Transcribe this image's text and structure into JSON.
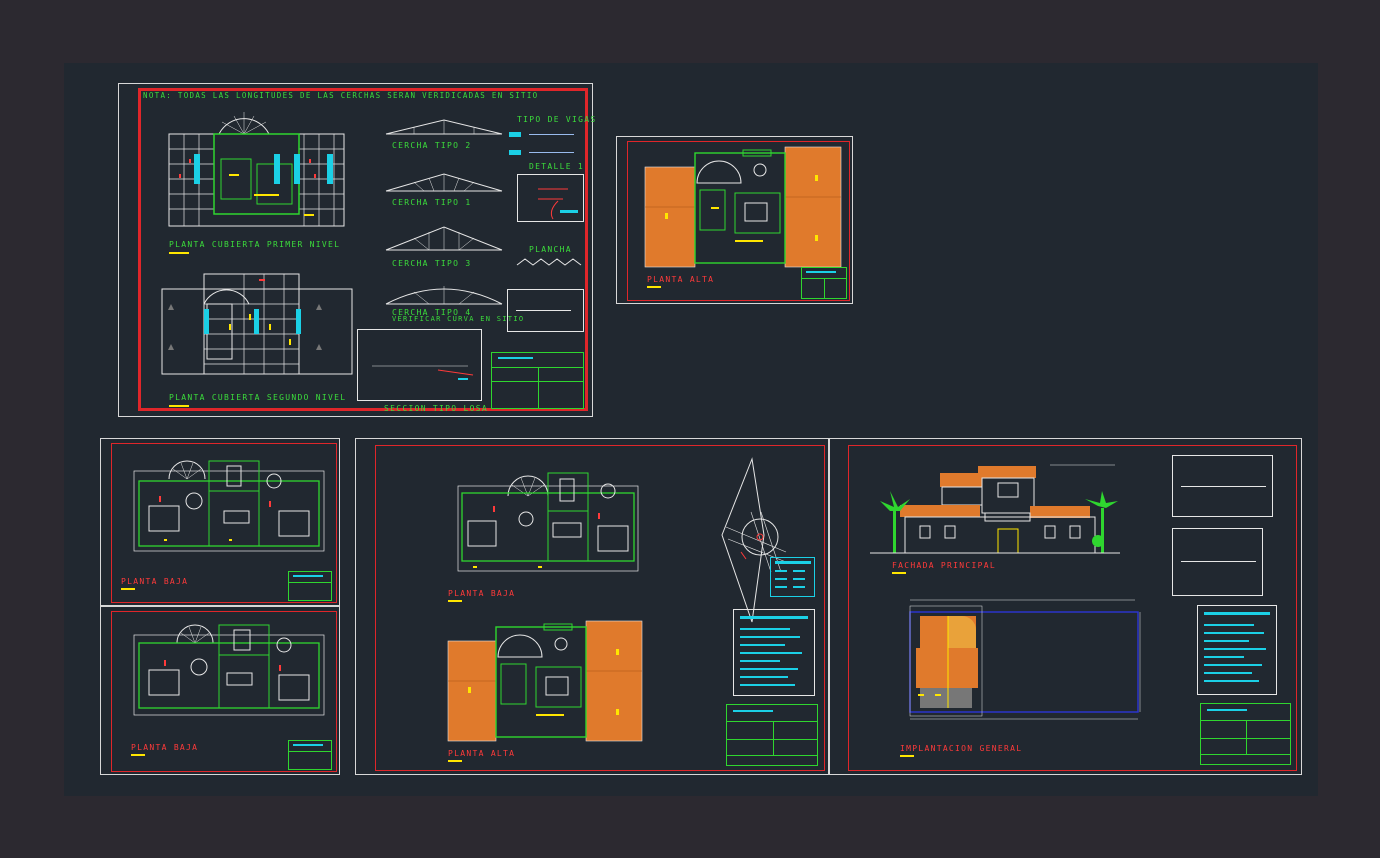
{
  "colors": {
    "background": "#2c2930",
    "model_space": "#212830",
    "sheet_border": "#d8d8d8",
    "frame_red": "#e0262a",
    "text_green": "#3bdc3b",
    "text_red": "#ff3a3a",
    "accent_yellow": "#ffe600",
    "accent_cyan": "#1bd0e6",
    "roof_orange": "#e07a2c"
  },
  "sheet1": {
    "note": "NOTA: TODAS LAS LONGITUDES DE LAS CERCHAS SERAN VERIDICADAS EN SITIO",
    "tipo_vigas": "TIPO DE VIGAS",
    "detalle": "DETALLE 1",
    "cercha_2": "CERCHA TIPO 2",
    "cercha_1": "CERCHA TIPO 1",
    "cercha_3": "CERCHA TIPO 3",
    "cercha_4": "CERCHA TIPO 4",
    "cercha_4_sub": "VERIFICAR CURVA EN SITIO",
    "plancha": "PLANCHA",
    "planta_primer": "PLANTA CUBIERTA PRIMER NIVEL",
    "planta_segundo": "PLANTA CUBIERTA SEGUNDO NIVEL",
    "seccion": "SECCION TIPO LOSA"
  },
  "sheet2": {
    "title": "PLANTA ALTA"
  },
  "sheet3": {
    "title_top": "PLANTA BAJA",
    "title_bottom": "PLANTA BAJA"
  },
  "sheet4": {
    "title_top": "PLANTA BAJA",
    "title_bottom": "PLANTA ALTA"
  },
  "sheet5": {
    "fachada": "FACHADA PRINCIPAL",
    "implantacion": "IMPLANTACION GENERAL"
  }
}
